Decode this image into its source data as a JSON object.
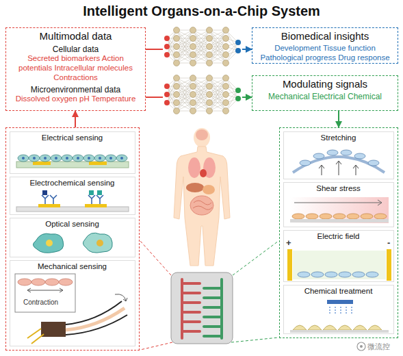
{
  "diagram": {
    "title": "Intelligent Organs-on-a-Chip System",
    "nodes": [
      {
        "text": [
          "Multimodal data",
          "Cellular data",
          "Secreted biomarkers Action potentials Intracellular molecules Contractions",
          "Microenvironmental data",
          "Dissolved oxygen pH Temperature"
        ]
      },
      {
        "text": [
          "Biomedical insights",
          "Development Tissue function Pathological progress Drug response"
        ]
      },
      {
        "text": [
          "Modulating signals",
          "Mechanical Electrical Chemical"
        ]
      },
      {
        "text": []
      },
      {
        "text": [
          "Electrical sensing"
        ],
        "in": 3
      },
      {
        "text": [
          "Electrochemical sensing"
        ],
        "in": 3
      },
      {
        "text": [
          "Optical sensing"
        ],
        "in": 3
      },
      {
        "text": [
          "Mechanical sensing"
        ],
        "in": 3
      },
      {
        "text": []
      },
      {
        "text": [
          "Stretching"
        ],
        "in": 8
      },
      {
        "text": [
          "Shear stress"
        ],
        "in": 8
      },
      {
        "text": [
          "Electric field"
        ],
        "in": 8
      },
      {
        "text": [
          "Chemical treatment"
        ],
        "in": 8
      }
    ],
    "edges": [
      {
        "from": 0,
        "to": 1,
        "arrow": "to"
      },
      {
        "from": 0,
        "to": 2,
        "arrow": "to"
      },
      {
        "from": 3,
        "to": 0,
        "arrow": "to"
      },
      {
        "from": 2,
        "to": 8,
        "arrow": "to"
      }
    ],
    "labels": [
      "Contraction",
      "+",
      "-",
      "微流控"
    ]
  }
}
